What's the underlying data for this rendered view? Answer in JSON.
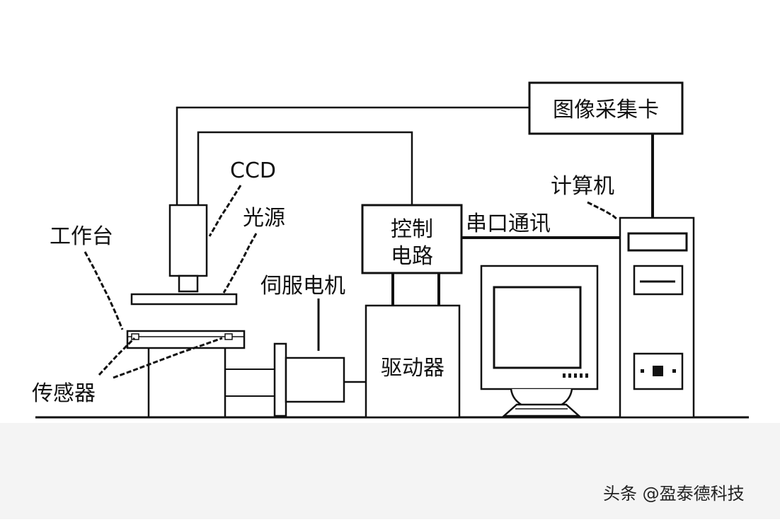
{
  "diagram": {
    "labels": {
      "image_capture_card": "图像采集卡",
      "ccd": "CCD",
      "computer": "计算机",
      "light_source": "光源",
      "control_circuit_line1": "控制",
      "control_circuit_line2": "电路",
      "serial_comm": "串口通讯",
      "worktable": "工作台",
      "servo_motor": "伺服电机",
      "driver": "驱动器",
      "sensor": "传感器"
    },
    "watermark": "头条 @盈泰德科技"
  },
  "colors": {
    "ink": "#111111",
    "background": "#ffffff",
    "ground_band": "#f2f2f2"
  }
}
